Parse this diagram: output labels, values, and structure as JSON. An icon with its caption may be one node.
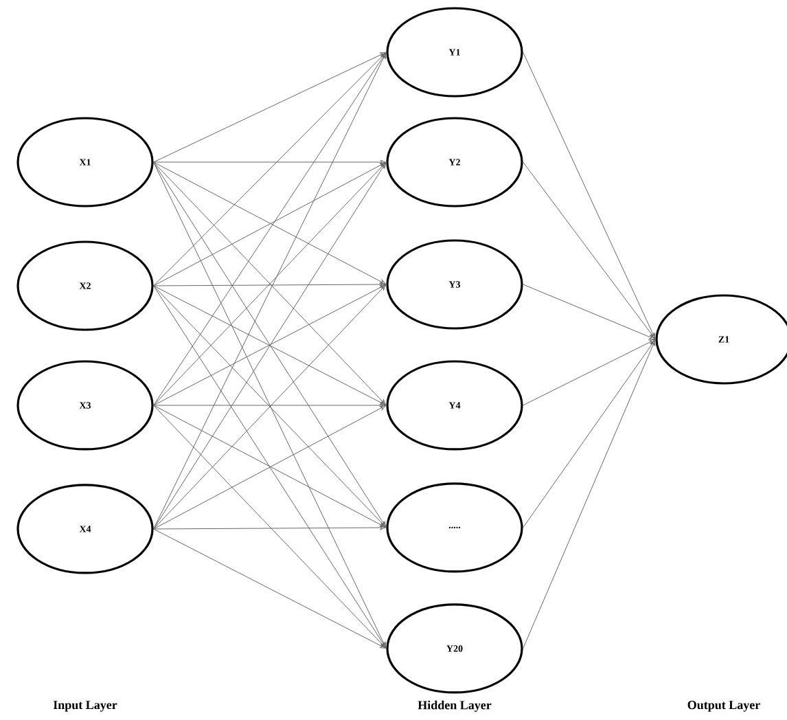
{
  "diagram": {
    "nodes": [
      {
        "text": [
          "X1"
        ]
      },
      {
        "text": [
          "X2"
        ]
      },
      {
        "text": [
          "X3"
        ]
      },
      {
        "text": [
          "X4"
        ]
      },
      {
        "text": [
          "Y1"
        ]
      },
      {
        "text": [
          "Y2"
        ]
      },
      {
        "text": [
          "Y3"
        ]
      },
      {
        "text": [
          "Y4"
        ]
      },
      {
        "text": [
          "....."
        ]
      },
      {
        "text": [
          "Y20"
        ]
      },
      {
        "text": [
          "Z1"
        ]
      }
    ],
    "edges": [
      {
        "from": 0,
        "to": 4,
        "arrow": "to"
      },
      {
        "from": 0,
        "to": 5,
        "arrow": "to"
      },
      {
        "from": 0,
        "to": 6,
        "arrow": "to"
      },
      {
        "from": 0,
        "to": 7,
        "arrow": "to"
      },
      {
        "from": 0,
        "to": 8,
        "arrow": "to"
      },
      {
        "from": 0,
        "to": 9,
        "arrow": "to"
      },
      {
        "from": 1,
        "to": 4,
        "arrow": "to"
      },
      {
        "from": 1,
        "to": 5,
        "arrow": "to"
      },
      {
        "from": 1,
        "to": 6,
        "arrow": "to"
      },
      {
        "from": 1,
        "to": 7,
        "arrow": "to"
      },
      {
        "from": 1,
        "to": 8,
        "arrow": "to"
      },
      {
        "from": 1,
        "to": 9,
        "arrow": "to"
      },
      {
        "from": 2,
        "to": 4,
        "arrow": "to"
      },
      {
        "from": 2,
        "to": 5,
        "arrow": "to"
      },
      {
        "from": 2,
        "to": 6,
        "arrow": "to"
      },
      {
        "from": 2,
        "to": 7,
        "arrow": "to"
      },
      {
        "from": 2,
        "to": 8,
        "arrow": "to"
      },
      {
        "from": 2,
        "to": 9,
        "arrow": "to"
      },
      {
        "from": 3,
        "to": 4,
        "arrow": "to"
      },
      {
        "from": 3,
        "to": 5,
        "arrow": "to"
      },
      {
        "from": 3,
        "to": 6,
        "arrow": "to"
      },
      {
        "from": 3,
        "to": 7,
        "arrow": "to"
      },
      {
        "from": 3,
        "to": 8,
        "arrow": "to"
      },
      {
        "from": 3,
        "to": 9,
        "arrow": "to"
      },
      {
        "from": 4,
        "to": 10,
        "arrow": "to"
      },
      {
        "from": 5,
        "to": 10,
        "arrow": "to"
      },
      {
        "from": 6,
        "to": 10,
        "arrow": "to"
      },
      {
        "from": 7,
        "to": 10,
        "arrow": "to"
      },
      {
        "from": 8,
        "to": 10,
        "arrow": "to"
      },
      {
        "from": 9,
        "to": 10,
        "arrow": "to"
      }
    ],
    "labels": [
      "Input Layer",
      "Hidden Layer",
      "Output Layer"
    ]
  }
}
